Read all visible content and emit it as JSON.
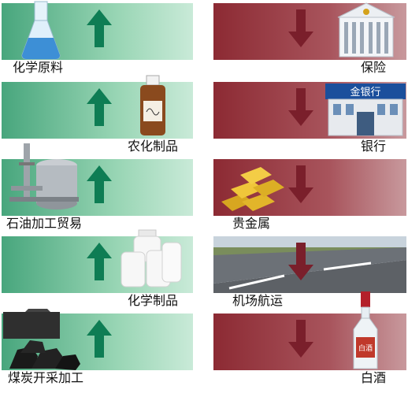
{
  "colors": {
    "up_green": "#0e7d54",
    "down_red": "#7a1f2b"
  },
  "rows": [
    {
      "left": {
        "label": "化学原料",
        "trend": "up",
        "icon": "flask-icon"
      },
      "right": {
        "label": "保险",
        "trend": "down",
        "icon": "bank-building-icon"
      }
    },
    {
      "left": {
        "label": "农化制品",
        "trend": "up",
        "icon": "chemical-bottle-icon"
      },
      "right": {
        "label": "银行",
        "trend": "down",
        "icon": "bank-icon",
        "sign": "金银行"
      }
    },
    {
      "left": {
        "label": "石油加工贸易",
        "trend": "up",
        "icon": "refinery-tank-icon"
      },
      "right": {
        "label": "贵金属",
        "trend": "down",
        "icon": "gold-bars-icon"
      }
    },
    {
      "left": {
        "label": "化学制品",
        "trend": "up",
        "icon": "reagent-jars-icon"
      },
      "right": {
        "label": "机场航运",
        "trend": "down",
        "icon": "runway-icon"
      }
    },
    {
      "left": {
        "label": "煤炭开采加工",
        "trend": "up",
        "icon": "coal-icon"
      },
      "right": {
        "label": "白酒",
        "trend": "down",
        "icon": "liquor-bottle-icon",
        "bottle_text": "白酒"
      }
    }
  ]
}
